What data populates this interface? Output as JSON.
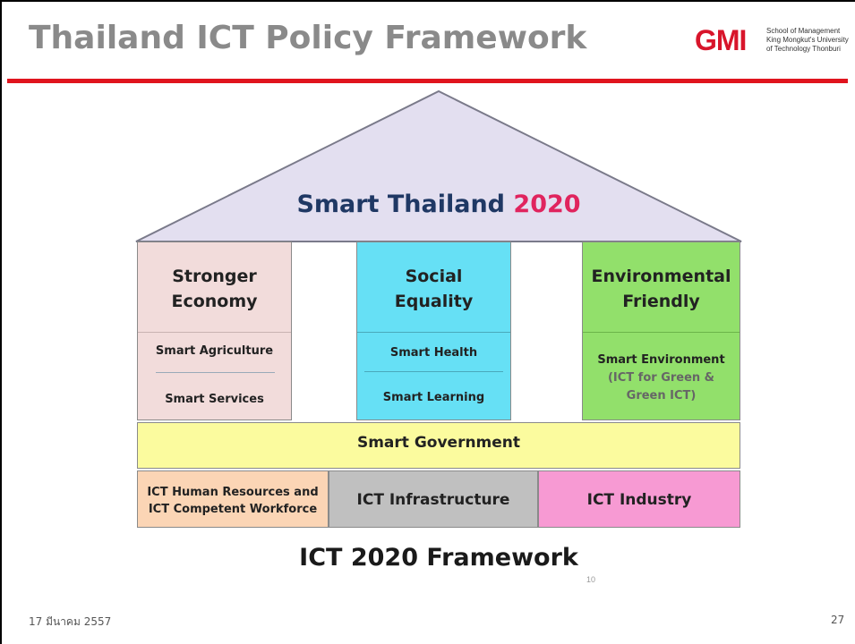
{
  "slide": {
    "title": "Thailand ICT Policy Framework",
    "logo": {
      "mark": "GMI",
      "line1": "School of Management",
      "line2": "King Mongkut's University",
      "line3": "of Technology Thonburi"
    },
    "footer_date": "17 มีนาคม 2557",
    "page_number": "27",
    "small_number": "10"
  },
  "diagram": {
    "roof": {
      "title_main": "Smart Thailand ",
      "title_year": "2020"
    },
    "pillars": [
      {
        "head_line1": "Stronger",
        "head_line2": "Economy",
        "items": [
          "Smart Agriculture",
          "Smart Services"
        ]
      },
      {
        "head_line1": "Social",
        "head_line2": "Equality",
        "items": [
          "Smart Health",
          "Smart Learning"
        ]
      },
      {
        "head_line1": "Environmental",
        "head_line2": "Friendly",
        "item_main": "Smart Environment",
        "item_sub1": "(ICT for Green &",
        "item_sub2": "Green ICT)"
      }
    ],
    "government_bar": "Smart Government",
    "foundations": [
      {
        "line1": "ICT Human Resources and",
        "line2": "ICT Competent Workforce"
      },
      {
        "label": "ICT Infrastructure"
      },
      {
        "label": "ICT Industry"
      }
    ],
    "caption": "ICT 2020 Framework"
  },
  "colors": {
    "title_gray": "#8a8a8a",
    "accent_red": "#e0141e",
    "roof_fill": "#e3dff0",
    "economy_fill": "#f2dcdb",
    "social_fill": "#66e0f5",
    "environment_fill": "#92e06b",
    "government_fill": "#fbfb9e",
    "human_resources_fill": "#fbd5b5",
    "infrastructure_fill": "#c0c0c0",
    "industry_fill": "#f79ad3",
    "year_pink": "#e0245e",
    "navy": "#1f3864"
  }
}
